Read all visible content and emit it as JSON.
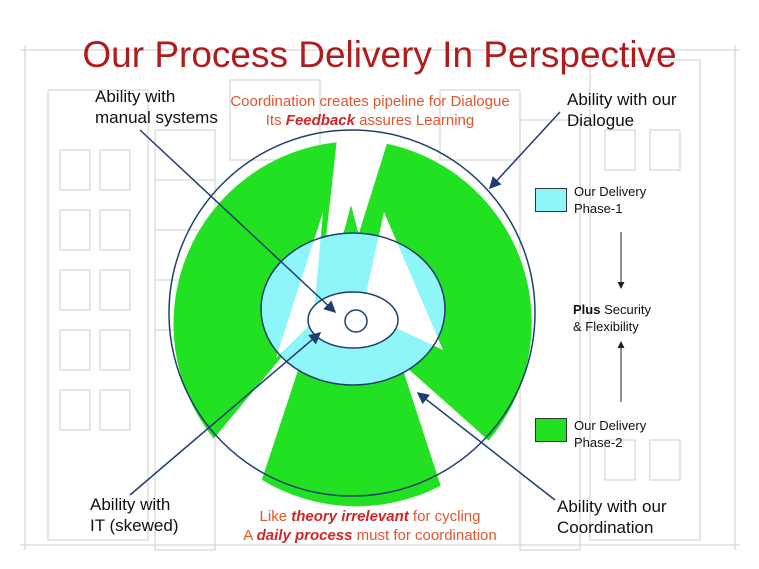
{
  "title": "Our Process Delivery In Perspective",
  "labels": {
    "manual_line1": "Ability with",
    "manual_line2": "manual systems",
    "dialogue_line1": "Ability with our",
    "dialogue_line2": "Dialogue",
    "it_line1": "Ability with",
    "it_line2": "IT (skewed)",
    "coordination_line1": "Ability with our",
    "coordination_line2": "Coordination"
  },
  "top_note": {
    "line1": "Coordination creates pipeline for Dialogue",
    "line2_pre": "Its ",
    "line2_em": "Feedback",
    "line2_post": " assures Learning"
  },
  "bottom_note": {
    "line1_pre": "Like ",
    "line1_em": "theory irrelevant",
    "line1_post": "  for cycling",
    "line2_pre": "A ",
    "line2_em": "daily process",
    "line2_post": "  must for coordination"
  },
  "legend": {
    "phase1_line1": "Our Delivery",
    "phase1_line2": "Phase-1",
    "plus_bold": "Plus",
    "plus_rest": " Security",
    "plus_line2": "& Flexibility",
    "phase2_line1": "Our Delivery",
    "phase2_line2": "Phase-2"
  },
  "colors": {
    "green": "#22e022",
    "cyan": "#8ef5f8",
    "ring_stroke": "#1e3f6e",
    "title": "#b01c1c",
    "note_red": "#e0562c"
  }
}
